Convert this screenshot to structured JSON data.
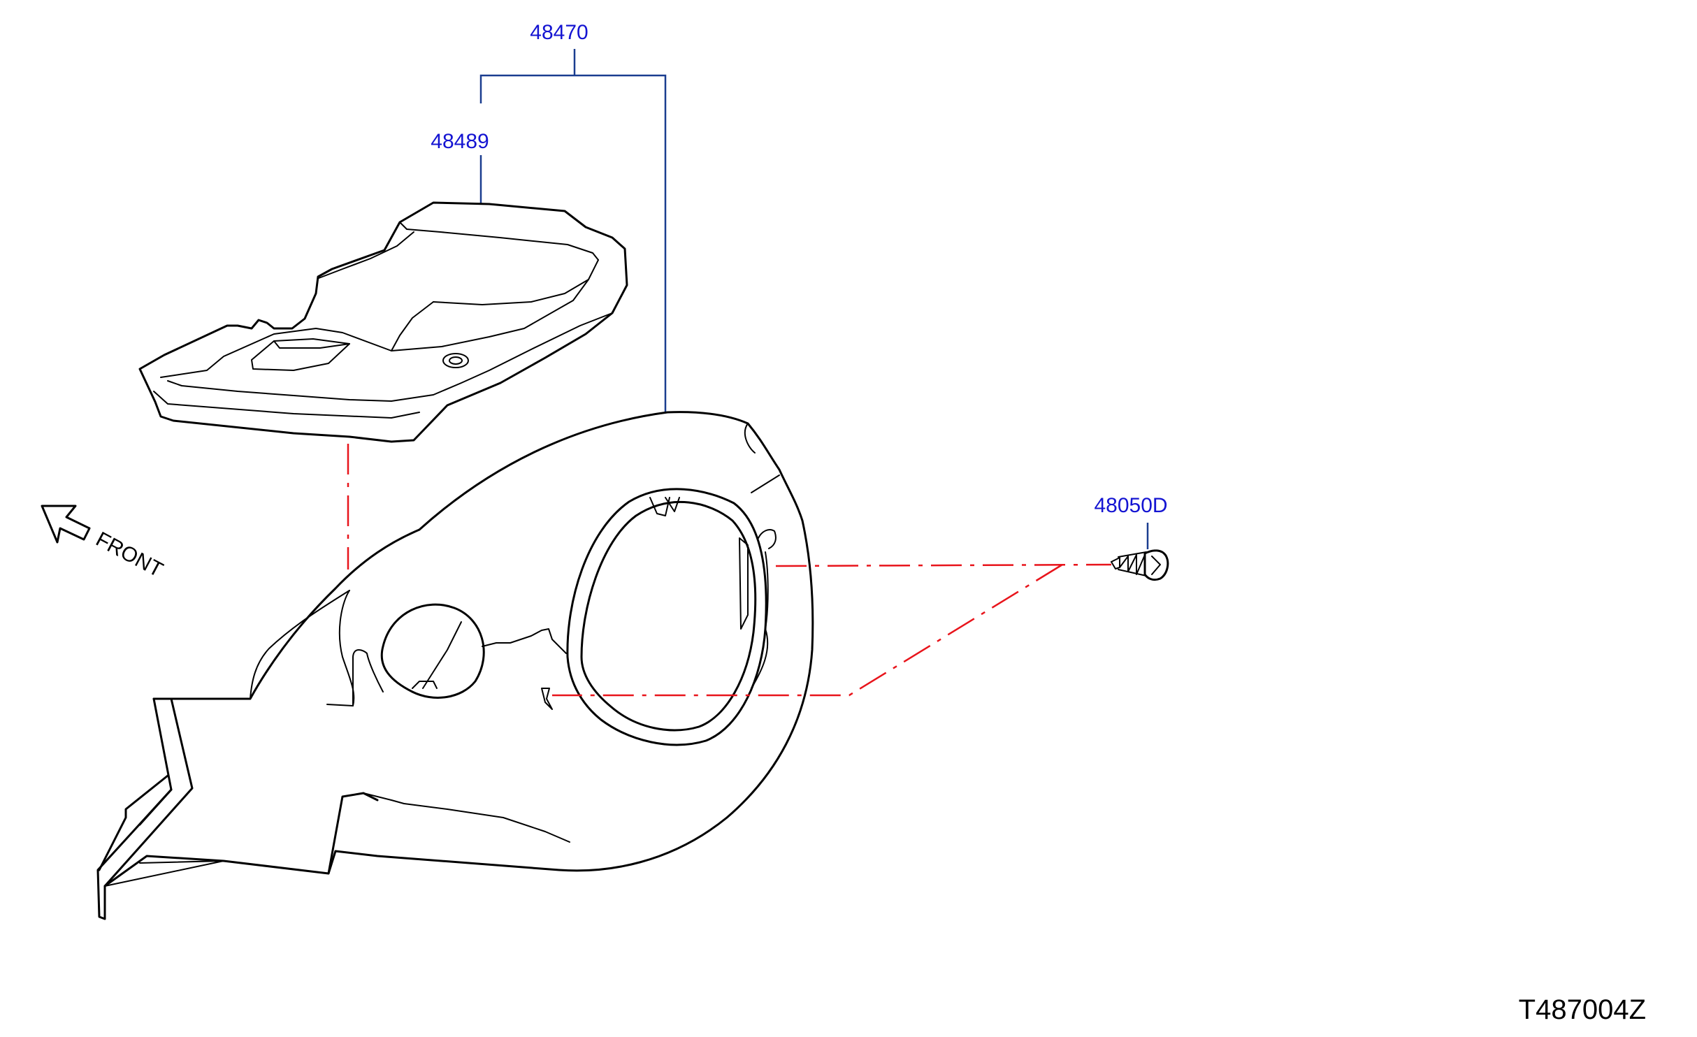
{
  "diagram": {
    "parts": {
      "assembly": "48470",
      "upper_cover": "48489",
      "screw": "48050D"
    },
    "front_label": "FRONT",
    "drawing_code": "T487004Z"
  },
  "colors": {
    "part_number": "#1414d2",
    "leader_line": "#1a3d8f",
    "dash_line": "#e8141b",
    "outline": "#000000",
    "code_text": "#000000"
  }
}
